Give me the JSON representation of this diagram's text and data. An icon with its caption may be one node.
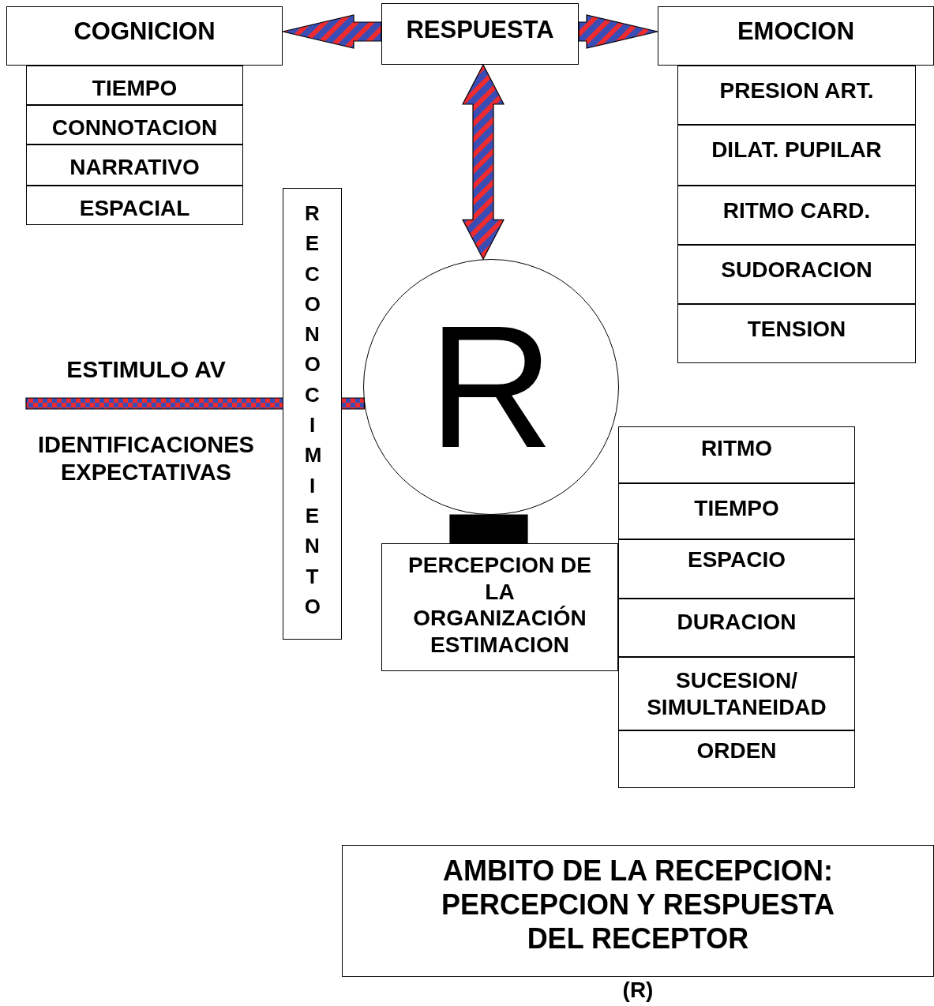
{
  "diagram": {
    "nodes": [
      {
        "text": [
          "COGNICION"
        ]
      },
      {
        "text": [
          "RESPUESTA"
        ]
      },
      {
        "text": [
          "EMOCION"
        ]
      },
      {
        "text": [
          "TIEMPO"
        ]
      },
      {
        "text": [
          "CONNOTACION"
        ]
      },
      {
        "text": [
          "NARRATIVO"
        ]
      },
      {
        "text": [
          "ESPACIAL"
        ]
      },
      {
        "text": [
          "PRESION ART."
        ]
      },
      {
        "text": [
          "DILAT. PUPILAR"
        ]
      },
      {
        "text": [
          "RITMO CARD."
        ]
      },
      {
        "text": [
          "SUDORACION"
        ]
      },
      {
        "text": [
          "TENSION"
        ]
      },
      {
        "text": [
          "RECONOCIMIENTO"
        ]
      },
      {
        "text": [
          "R"
        ]
      },
      {
        "text": [
          "PERCEPCION DE LA ORGANIZACIÓN ESTIMACION"
        ]
      },
      {
        "text": [
          "RITMO"
        ]
      },
      {
        "text": [
          "TIEMPO"
        ]
      },
      {
        "text": [
          "ESPACIO"
        ]
      },
      {
        "text": [
          "DURACION"
        ]
      },
      {
        "text": [
          "SUCESION/ SIMULTANEIDAD"
        ]
      },
      {
        "text": [
          "ORDEN"
        ]
      },
      {
        "text": [
          "AMBITO DE LA RECEPCION: PERCEPCION Y RESPUESTA DEL RECEPTOR"
        ],
        "beside": [
          "(R)"
        ]
      }
    ],
    "edges": [
      {
        "from": 1,
        "to": 0,
        "arrow": "to"
      },
      {
        "from": 1,
        "to": 2,
        "arrow": "to"
      },
      {
        "from": 1,
        "to": 13,
        "arrow": "both"
      },
      {
        "from": null,
        "to": 13,
        "arrow": "none"
      },
      {
        "from": 13,
        "to": 14,
        "arrow": "none",
        "color": "#000000"
      }
    ],
    "labels": [
      "ESTIMULO AV",
      "IDENTIFICACIONES EXPECTATIVAS"
    ]
  }
}
